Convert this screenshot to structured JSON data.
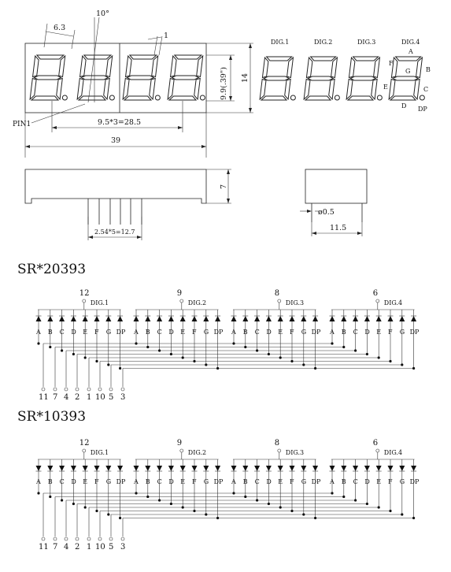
{
  "drawing": {
    "dims": {
      "digit_width": "6.3",
      "slant": "10°",
      "seg_width": "1",
      "pin1": "PIN1",
      "pitch": "9.5*3=28.5",
      "total_width": "39",
      "digit_height": "9.9(.39\")",
      "total_height": "14",
      "depth": "7",
      "pin_pitch": "2.54*5=12.7",
      "pin_dia": "ø0.5",
      "side_width": "11.5"
    },
    "digit_labels": [
      "DIG.1",
      "DIG.2",
      "DIG.3",
      "DIG.4"
    ],
    "segment_letters": {
      "a": "A",
      "b": "B",
      "c": "C",
      "d": "D",
      "e": "E",
      "f": "F",
      "g": "G",
      "dp": "DP"
    }
  },
  "circuits": [
    {
      "title": "SR*20393",
      "common_pins": [
        "12",
        "9",
        "8",
        "6"
      ],
      "digits": [
        "DIG.1",
        "DIG.2",
        "DIG.3",
        "DIG.4"
      ],
      "segments": [
        "A",
        "B",
        "C",
        "D",
        "E",
        "F",
        "G",
        "DP"
      ],
      "bottom_pins": [
        "11",
        "7",
        "4",
        "2",
        "1",
        "10",
        "5",
        "3"
      ],
      "direction": "up"
    },
    {
      "title": "SR*10393",
      "common_pins": [
        "12",
        "9",
        "8",
        "6"
      ],
      "digits": [
        "DIG.1",
        "DIG.2",
        "DIG.3",
        "DIG.4"
      ],
      "segments": [
        "A",
        "B",
        "C",
        "D",
        "E",
        "F",
        "G",
        "DP"
      ],
      "bottom_pins": [
        "11",
        "7",
        "4",
        "2",
        "1",
        "10",
        "5",
        "3"
      ],
      "direction": "down"
    }
  ]
}
